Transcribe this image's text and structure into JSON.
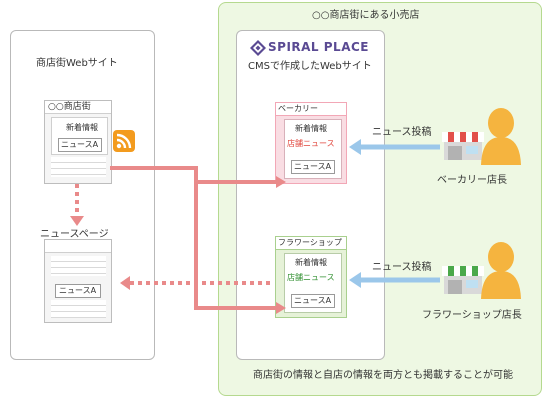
{
  "left_site": {
    "title": "商店街Webサイト",
    "page_tab": "○○商店街",
    "news_header": "新着情報",
    "news_item": "ニュースA",
    "news_page_label": "ニュースページ",
    "news_page_item": "ニュースA"
  },
  "right_area": {
    "title": "○○商店街にある小売店",
    "logo_text": "SPIRAL PLACE",
    "cms_label": "CMSで作成したWebサイト",
    "footer_note": "商店街の情報と自店の情報を両方とも掲載することが可能"
  },
  "bakery": {
    "page_tab": "ベーカリー",
    "news_header": "新着情報",
    "store_news": "店舗ニュース",
    "news_item": "ニュースA",
    "post_label": "ニュース投稿",
    "manager_label": "ベーカリー店長"
  },
  "flower": {
    "page_tab": "フラワーショップ",
    "news_header": "新着情報",
    "store_news": "店舗ニュース",
    "news_item": "ニュースA",
    "post_label": "ニュース投稿",
    "manager_label": "フラワーショップ店長"
  },
  "colors": {
    "arrow_red": "#e98a8a",
    "arrow_blue": "#9bc7ea",
    "bakery_frame": "#f2a7b6",
    "flower_frame": "#a9d08e",
    "green_bg": "#eef8e3",
    "rss_orange": "#f39b1e",
    "logo_purple": "#5a4a93"
  }
}
